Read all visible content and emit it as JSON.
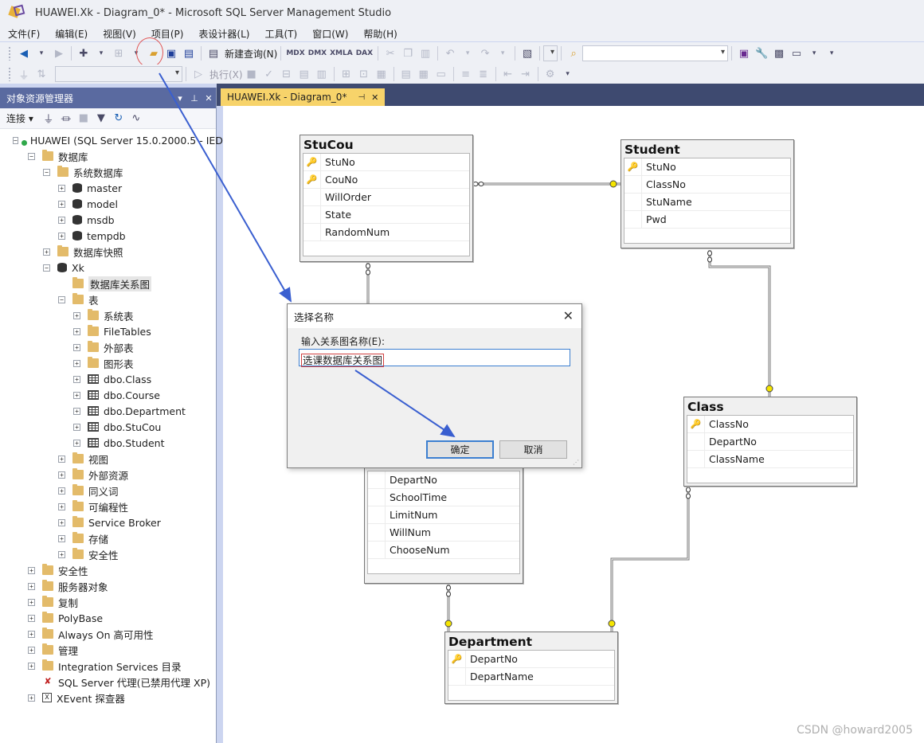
{
  "window": {
    "title": "HUAWEI.Xk - Diagram_0* - Microsoft SQL Server Management Studio"
  },
  "menu": [
    "文件(F)",
    "编辑(E)",
    "视图(V)",
    "项目(P)",
    "表设计器(L)",
    "工具(T)",
    "窗口(W)",
    "帮助(H)"
  ],
  "toolbar": {
    "new_query_label": "新建查询(N)",
    "mdx": "MDX",
    "dmx": "DMX",
    "xmla": "XMLA",
    "dax": "DAX",
    "execute_label": "执行(X)"
  },
  "object_explorer": {
    "title": "对象资源管理器",
    "connect_label": "连接",
    "nodes": [
      {
        "depth": 0,
        "exp": "-",
        "icon": "server",
        "label": "HUAWEI (SQL Server 15.0.2000.5 - IED"
      },
      {
        "depth": 1,
        "exp": "-",
        "icon": "folder",
        "label": "数据库"
      },
      {
        "depth": 2,
        "exp": "-",
        "icon": "folder",
        "label": "系统数据库"
      },
      {
        "depth": 3,
        "exp": "+",
        "icon": "db",
        "label": "master"
      },
      {
        "depth": 3,
        "exp": "+",
        "icon": "db",
        "label": "model"
      },
      {
        "depth": 3,
        "exp": "+",
        "icon": "db",
        "label": "msdb"
      },
      {
        "depth": 3,
        "exp": "+",
        "icon": "db",
        "label": "tempdb"
      },
      {
        "depth": 2,
        "exp": "+",
        "icon": "folder",
        "label": "数据库快照"
      },
      {
        "depth": 2,
        "exp": "-",
        "icon": "db",
        "label": "Xk"
      },
      {
        "depth": 3,
        "exp": "",
        "icon": "folder",
        "label": "数据库关系图",
        "selected": true
      },
      {
        "depth": 3,
        "exp": "-",
        "icon": "folder",
        "label": "表"
      },
      {
        "depth": 4,
        "exp": "+",
        "icon": "folder",
        "label": "系统表"
      },
      {
        "depth": 4,
        "exp": "+",
        "icon": "folder",
        "label": "FileTables"
      },
      {
        "depth": 4,
        "exp": "+",
        "icon": "folder",
        "label": "外部表"
      },
      {
        "depth": 4,
        "exp": "+",
        "icon": "folder",
        "label": "图形表"
      },
      {
        "depth": 4,
        "exp": "+",
        "icon": "table",
        "label": "dbo.Class"
      },
      {
        "depth": 4,
        "exp": "+",
        "icon": "table",
        "label": "dbo.Course"
      },
      {
        "depth": 4,
        "exp": "+",
        "icon": "table",
        "label": "dbo.Department"
      },
      {
        "depth": 4,
        "exp": "+",
        "icon": "table",
        "label": "dbo.StuCou"
      },
      {
        "depth": 4,
        "exp": "+",
        "icon": "table",
        "label": "dbo.Student"
      },
      {
        "depth": 3,
        "exp": "+",
        "icon": "folder",
        "label": "视图"
      },
      {
        "depth": 3,
        "exp": "+",
        "icon": "folder",
        "label": "外部资源"
      },
      {
        "depth": 3,
        "exp": "+",
        "icon": "folder",
        "label": "同义词"
      },
      {
        "depth": 3,
        "exp": "+",
        "icon": "folder",
        "label": "可编程性"
      },
      {
        "depth": 3,
        "exp": "+",
        "icon": "folder",
        "label": "Service Broker"
      },
      {
        "depth": 3,
        "exp": "+",
        "icon": "folder",
        "label": "存储"
      },
      {
        "depth": 3,
        "exp": "+",
        "icon": "folder",
        "label": "安全性"
      },
      {
        "depth": 1,
        "exp": "+",
        "icon": "folder",
        "label": "安全性"
      },
      {
        "depth": 1,
        "exp": "+",
        "icon": "folder",
        "label": "服务器对象"
      },
      {
        "depth": 1,
        "exp": "+",
        "icon": "folder",
        "label": "复制"
      },
      {
        "depth": 1,
        "exp": "+",
        "icon": "folder",
        "label": "PolyBase"
      },
      {
        "depth": 1,
        "exp": "+",
        "icon": "folder",
        "label": "Always On 高可用性"
      },
      {
        "depth": 1,
        "exp": "+",
        "icon": "folder",
        "label": "管理"
      },
      {
        "depth": 1,
        "exp": "+",
        "icon": "folder",
        "label": "Integration Services 目录"
      },
      {
        "depth": 1,
        "exp": "",
        "icon": "agent",
        "label": "SQL Server 代理(已禁用代理 XP)"
      },
      {
        "depth": 1,
        "exp": "+",
        "icon": "xevent",
        "label": "XEvent 探查器"
      }
    ]
  },
  "doc_tab": {
    "label": "HUAWEI.Xk - Diagram_0*"
  },
  "diagram": {
    "stucou": {
      "name": "StuCou",
      "columns": [
        {
          "name": "StuNo",
          "key": true
        },
        {
          "name": "CouNo",
          "key": true
        },
        {
          "name": "WillOrder",
          "key": false
        },
        {
          "name": "State",
          "key": false
        },
        {
          "name": "RandomNum",
          "key": false
        }
      ]
    },
    "student": {
      "name": "Student",
      "columns": [
        {
          "name": "StuNo",
          "key": true
        },
        {
          "name": "ClassNo",
          "key": false
        },
        {
          "name": "StuName",
          "key": false
        },
        {
          "name": "Pwd",
          "key": false
        }
      ]
    },
    "class": {
      "name": "Class",
      "columns": [
        {
          "name": "ClassNo",
          "key": true
        },
        {
          "name": "DepartNo",
          "key": false
        },
        {
          "name": "ClassName",
          "key": false
        }
      ]
    },
    "course": {
      "columns": [
        {
          "name": "DepartNo",
          "key": false
        },
        {
          "name": "SchoolTime",
          "key": false
        },
        {
          "name": "LimitNum",
          "key": false
        },
        {
          "name": "WillNum",
          "key": false
        },
        {
          "name": "ChooseNum",
          "key": false
        }
      ]
    },
    "department": {
      "name": "Department",
      "columns": [
        {
          "name": "DepartNo",
          "key": true
        },
        {
          "name": "DepartName",
          "key": false
        }
      ]
    }
  },
  "dialog": {
    "title": "选择名称",
    "label": "输入关系图名称(E):",
    "value": "选课数据库关系图",
    "ok_label": "确定",
    "cancel_label": "取消"
  },
  "watermark": "CSDN @howard2005",
  "colors": {
    "accent": "#3c7fd0",
    "header": "#5a6aa0",
    "tab": "#f7d36a",
    "arrow": "#3a5fd0",
    "highlight": "#e05555"
  }
}
